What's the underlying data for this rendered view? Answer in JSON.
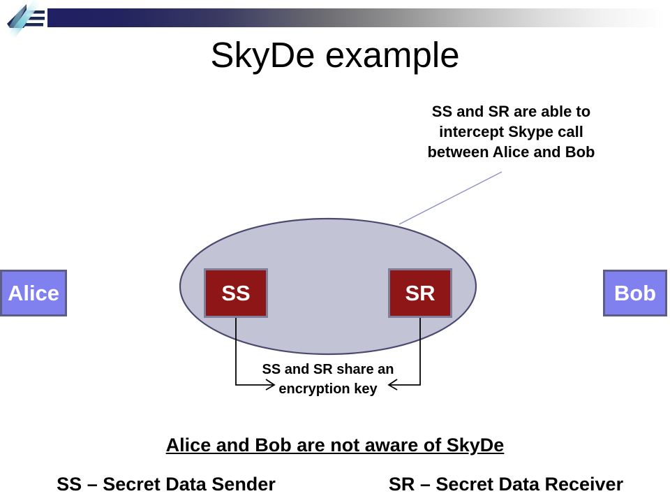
{
  "slide": {
    "title": "SkyDe example",
    "logo_icon": "company-logo-icon"
  },
  "annotations": {
    "top": {
      "line1": "SS and SR are able to",
      "line2": "intercept Skype call",
      "line3": "between Alice and Bob",
      "leader_line_color": "#8f8fc8"
    },
    "key_share": {
      "line1": "SS and SR share an",
      "line2": "encryption key"
    }
  },
  "diagram": {
    "cloud_label": "interception-cloud",
    "cloud_fill": "#c3c3d6",
    "cloud_stroke": "#4a4a70",
    "nodes": [
      {
        "id": "alice",
        "label": "Alice",
        "fill": "#8080ee",
        "stroke": "#5c5c85"
      },
      {
        "id": "ss",
        "label": "SS",
        "fill": "#8e1616",
        "stroke": "#7f7f99"
      },
      {
        "id": "sr",
        "label": "SR",
        "fill": "#8e1616",
        "stroke": "#7f7f99"
      },
      {
        "id": "bob",
        "label": "Bob",
        "fill": "#8080ee",
        "stroke": "#5c5c85"
      }
    ],
    "connector_color": "#000000"
  },
  "footer": {
    "note": "Alice and Bob are not aware of SkyDe",
    "legend_ss": "SS – Secret Data Sender",
    "legend_sr": "SR – Secret Data Receiver"
  }
}
